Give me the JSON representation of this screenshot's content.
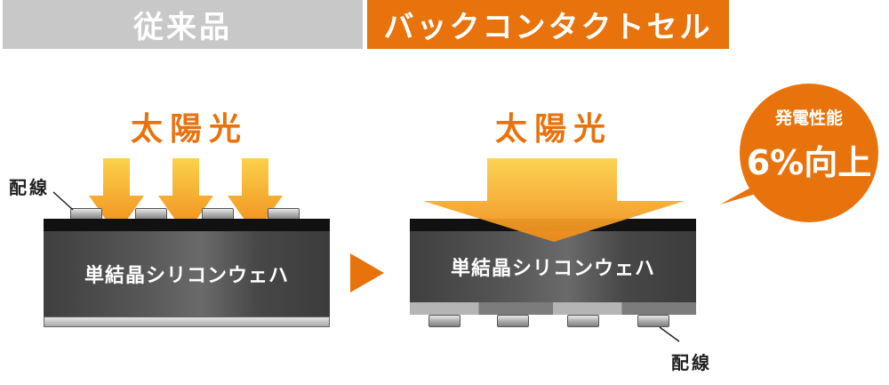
{
  "header": {
    "conventional_label": "従来品",
    "backcontact_label": "バックコンタクトセル"
  },
  "left_panel": {
    "sunlight_label": "太陽光",
    "wiring_label": "配線",
    "wafer_label": "単結晶シリコンウェハ"
  },
  "right_panel": {
    "sunlight_label": "太陽光",
    "wiring_label": "配線",
    "wafer_label": "単結晶シリコンウェハ"
  },
  "callout": {
    "line1": "発電性能",
    "line2": "6%向上"
  },
  "colors": {
    "accent": "#e8730c",
    "gray_tab": "#c8c8c8",
    "wafer": "#555555"
  }
}
